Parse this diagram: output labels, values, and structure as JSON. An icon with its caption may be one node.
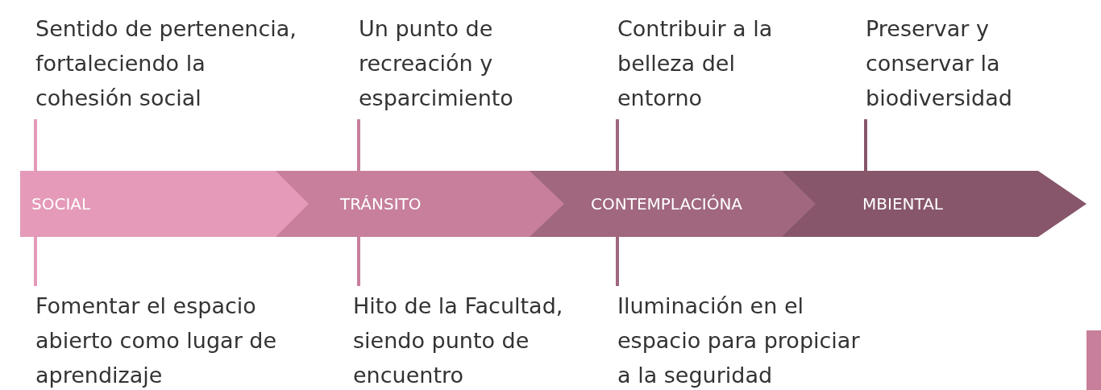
{
  "diagram": {
    "nodes": [
      {
        "text": [
          "Sentido de pertenencia, fortaleciendo la cohesión social"
        ]
      },
      {
        "text": [
          "Un punto de recreación y esparcimiento"
        ]
      },
      {
        "text": [
          "Contribuir a la belleza del entorno"
        ]
      },
      {
        "text": [
          "Preservar y conservar la biodiversidad"
        ]
      },
      {
        "text": [
          "SOCIAL"
        ]
      },
      {
        "text": [
          "TRÁNSITO"
        ]
      },
      {
        "text": [
          "CONTEMPLACIÓNA"
        ]
      },
      {
        "text": [
          "MBIENTAL"
        ]
      },
      {
        "text": [
          "Fomentar el espacio abierto como lugar de aprendizaje"
        ]
      },
      {
        "text": [
          "Hito de la Facultad, siendo punto de encuentro"
        ]
      },
      {
        "text": [
          "Iluminación en el espacio para propiciar a la seguridad"
        ]
      },
      {
        "text": [],
        "shape": "box"
      }
    ],
    "edges": [
      {
        "from": 0,
        "to": 4,
        "arrow": "none",
        "color": "#e49ab8"
      },
      {
        "from": 1,
        "to": 5,
        "arrow": "none",
        "color": "#c77f9c"
      },
      {
        "from": 2,
        "to": 6,
        "arrow": "none",
        "color": "#a0677f"
      },
      {
        "from": 3,
        "to": 7,
        "arrow": "none",
        "color": "#87566b"
      },
      {
        "from": 8,
        "to": 4,
        "arrow": "none",
        "color": "#e49ab8"
      },
      {
        "from": 9,
        "to": 5,
        "arrow": "none",
        "color": "#c77f9c"
      },
      {
        "from": 10,
        "to": 6,
        "arrow": "none",
        "color": "#a0677f"
      }
    ]
  }
}
